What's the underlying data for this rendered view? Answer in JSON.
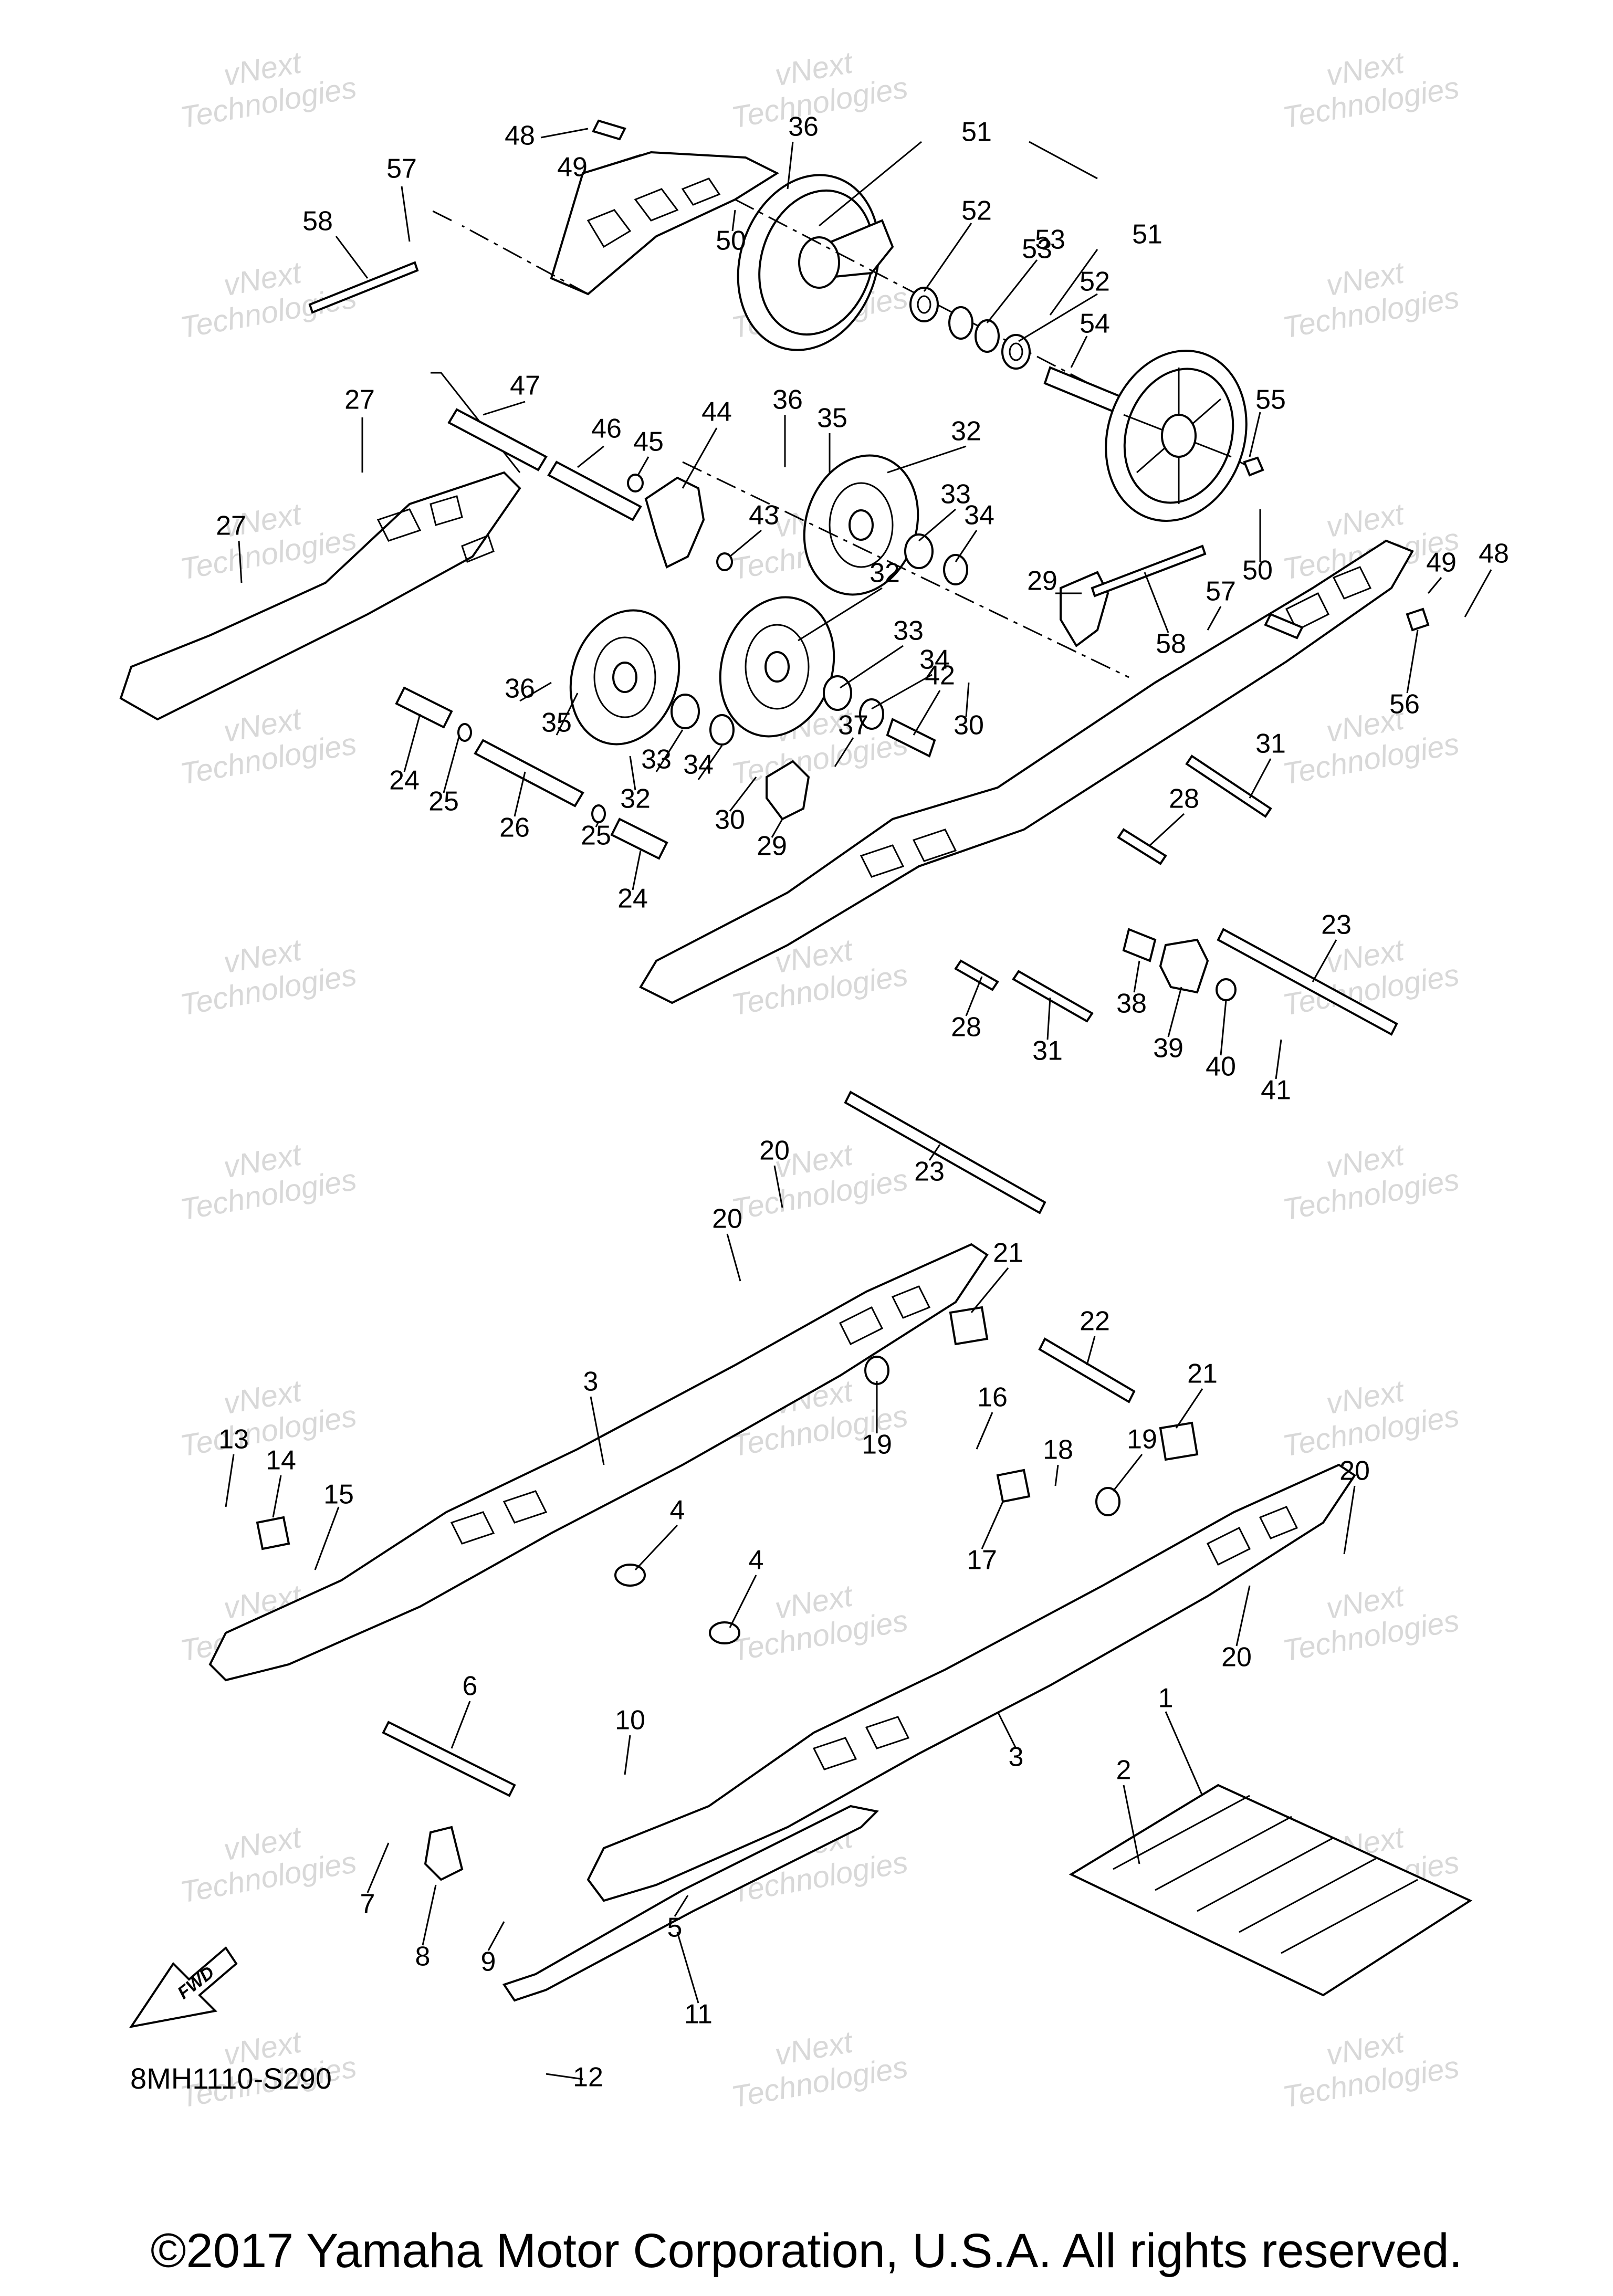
{
  "diagram": {
    "code": "8MH1110-S290",
    "copyright": "©2017 Yamaha Motor Corporation, U.S.A. All rights reserved.",
    "fwd_label": "FWD",
    "watermark": {
      "line1": "vNext",
      "line2": "Technologies"
    },
    "callouts": [
      {
        "id": "c48a",
        "label": "48"
      },
      {
        "id": "c49a",
        "label": "49"
      },
      {
        "id": "c36a",
        "label": "36"
      },
      {
        "id": "c51a",
        "label": "51"
      },
      {
        "id": "c57a",
        "label": "57"
      },
      {
        "id": "c58a",
        "label": "58"
      },
      {
        "id": "c52a",
        "label": "52"
      },
      {
        "id": "c53a",
        "label": "53"
      },
      {
        "id": "c50a",
        "label": "50"
      },
      {
        "id": "c53b",
        "label": "53"
      },
      {
        "id": "c51b",
        "label": "51"
      },
      {
        "id": "c52b",
        "label": "52"
      },
      {
        "id": "c54",
        "label": "54"
      },
      {
        "id": "c55",
        "label": "55"
      },
      {
        "id": "c27a",
        "label": "27"
      },
      {
        "id": "c47",
        "label": "47"
      },
      {
        "id": "c46",
        "label": "46"
      },
      {
        "id": "c44",
        "label": "44"
      },
      {
        "id": "c45",
        "label": "45"
      },
      {
        "id": "c36b",
        "label": "36"
      },
      {
        "id": "c35a",
        "label": "35"
      },
      {
        "id": "c32a",
        "label": "32"
      },
      {
        "id": "c33a",
        "label": "33"
      },
      {
        "id": "c34a",
        "label": "34"
      },
      {
        "id": "c27b",
        "label": "27"
      },
      {
        "id": "c43",
        "label": "43"
      },
      {
        "id": "c49b",
        "label": "49"
      },
      {
        "id": "c48b",
        "label": "48"
      },
      {
        "id": "c29a",
        "label": "29"
      },
      {
        "id": "c50b",
        "label": "50"
      },
      {
        "id": "c57b",
        "label": "57"
      },
      {
        "id": "c58b",
        "label": "58"
      },
      {
        "id": "c32b",
        "label": "32"
      },
      {
        "id": "c33b",
        "label": "33"
      },
      {
        "id": "c34b",
        "label": "34"
      },
      {
        "id": "c42",
        "label": "42"
      },
      {
        "id": "c36c",
        "label": "36"
      },
      {
        "id": "c35b",
        "label": "35"
      },
      {
        "id": "c30a",
        "label": "30"
      },
      {
        "id": "c37",
        "label": "37"
      },
      {
        "id": "c56",
        "label": "56"
      },
      {
        "id": "c31a",
        "label": "31"
      },
      {
        "id": "c24a",
        "label": "24"
      },
      {
        "id": "c25a",
        "label": "25"
      },
      {
        "id": "c33c",
        "label": "33"
      },
      {
        "id": "c34c",
        "label": "34"
      },
      {
        "id": "c26",
        "label": "26"
      },
      {
        "id": "c32c",
        "label": "32"
      },
      {
        "id": "c30b",
        "label": "30"
      },
      {
        "id": "c29b",
        "label": "29"
      },
      {
        "id": "c28a",
        "label": "28"
      },
      {
        "id": "c25b",
        "label": "25"
      },
      {
        "id": "c24b",
        "label": "24"
      },
      {
        "id": "c23a",
        "label": "23"
      },
      {
        "id": "c28b",
        "label": "28"
      },
      {
        "id": "c31b",
        "label": "31"
      },
      {
        "id": "c38",
        "label": "38"
      },
      {
        "id": "c39",
        "label": "39"
      },
      {
        "id": "c40",
        "label": "40"
      },
      {
        "id": "c41",
        "label": "41"
      },
      {
        "id": "c23b",
        "label": "23"
      },
      {
        "id": "c20a",
        "label": "20"
      },
      {
        "id": "c20b",
        "label": "20"
      },
      {
        "id": "c21a",
        "label": "21"
      },
      {
        "id": "c22",
        "label": "22"
      },
      {
        "id": "c3a",
        "label": "3"
      },
      {
        "id": "c21b",
        "label": "21"
      },
      {
        "id": "c16",
        "label": "16"
      },
      {
        "id": "c19a",
        "label": "19"
      },
      {
        "id": "c18",
        "label": "18"
      },
      {
        "id": "c19b",
        "label": "19"
      },
      {
        "id": "c13",
        "label": "13"
      },
      {
        "id": "c14",
        "label": "14"
      },
      {
        "id": "c15",
        "label": "15"
      },
      {
        "id": "c20c",
        "label": "20"
      },
      {
        "id": "c4a",
        "label": "4"
      },
      {
        "id": "c17",
        "label": "17"
      },
      {
        "id": "c4b",
        "label": "4"
      },
      {
        "id": "c20d",
        "label": "20"
      },
      {
        "id": "c6",
        "label": "6"
      },
      {
        "id": "c10",
        "label": "10"
      },
      {
        "id": "c3b",
        "label": "3"
      },
      {
        "id": "c1",
        "label": "1"
      },
      {
        "id": "c2",
        "label": "2"
      },
      {
        "id": "c7",
        "label": "7"
      },
      {
        "id": "c8",
        "label": "8"
      },
      {
        "id": "c9",
        "label": "9"
      },
      {
        "id": "c5",
        "label": "5"
      },
      {
        "id": "c11",
        "label": "11"
      },
      {
        "id": "c12",
        "label": "12"
      }
    ]
  }
}
